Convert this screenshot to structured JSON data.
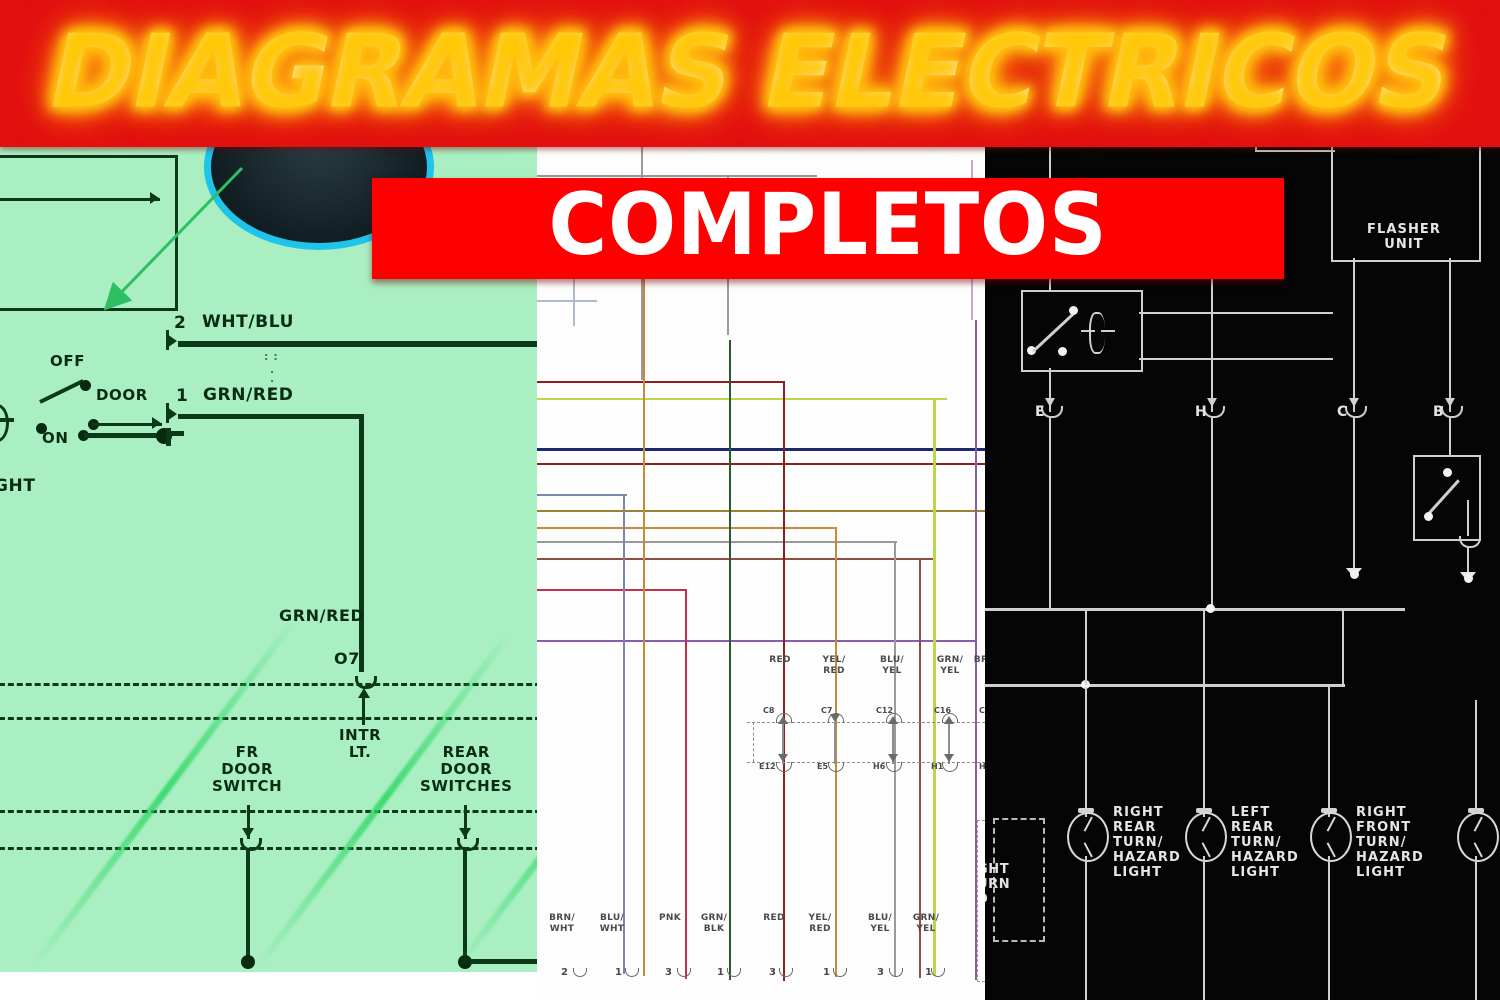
{
  "banner": {
    "title": "DIAGRAMAS ELECTRICOS",
    "subtitle": "COMPLETOS",
    "banner_color": "#e21010",
    "subtitle_block_color": "#ff0000",
    "title_text_color": "#ffe04a",
    "subtitle_text_color": "#ffffff"
  },
  "panels": {
    "left": {
      "name": "interior-light-circuit",
      "background_color": "#a9efc2",
      "line_color": "#0c3a18",
      "highlight_color": "#2dd764"
    },
    "middle": {
      "name": "wire-routing-harness",
      "background_color": "#fdfdfd"
    },
    "right": {
      "name": "turn-hazard-circuit",
      "background_color": "#050505",
      "line_color": "#cfcfcf"
    }
  },
  "green_panel": {
    "switch_positions": [
      "OFF",
      "DOOR",
      "ON"
    ],
    "terminals": [
      {
        "pin": "2",
        "wire": "WHT/BLU"
      },
      {
        "pin": "1",
        "wire": "GRN/RED"
      }
    ],
    "wire_label_mid": "GRN/RED",
    "splice_code": "O7",
    "cut_label": "GHT",
    "components": [
      {
        "label": "INTR\nLT."
      },
      {
        "label": "FR\nDOOR\nSWITCH"
      },
      {
        "label": "REAR\nDOOR\nSWITCHES"
      }
    ]
  },
  "white_panel": {
    "upper_wire_labels": [
      "RED",
      "YEL/\nRED",
      "BLU/\nYEL",
      "GRN/\nYEL",
      "BR"
    ],
    "upper_connector_codes": [
      "C8",
      "C7",
      "C12",
      "C16",
      "C"
    ],
    "lower_connector_codes": [
      "E12",
      "E5",
      "H6",
      "H1",
      "H"
    ],
    "bottom_wires": [
      {
        "label": "BRN/\nWHT",
        "pin": "2"
      },
      {
        "label": "BLU/\nWHT",
        "pin": "1"
      },
      {
        "label": "PNK",
        "pin": "3"
      },
      {
        "label": "GRN/\nBLK",
        "pin": "1"
      },
      {
        "label": "RED",
        "pin": "3"
      },
      {
        "label": "YEL/\nRED",
        "pin": "1"
      },
      {
        "label": "BLU/\nYEL",
        "pin": "3"
      },
      {
        "label": "GRN/\nYEL",
        "pin": "1"
      }
    ],
    "trace_colors": [
      "#1b2a6e",
      "#8c2020",
      "#b8d84a",
      "#9a8434",
      "#9a9a9a",
      "#c03050",
      "#8a5ba8",
      "#c58a3a",
      "#2d5a2d",
      "#b0b8cc"
    ]
  },
  "black_panel": {
    "flasher_unit_label": "FLASHER\nUNIT",
    "node_labels": [
      "E",
      "H",
      "C",
      "B"
    ],
    "dashed_box_label": "GHT\nURN\nD",
    "lamps": [
      {
        "label": "RIGHT\nREAR\nTURN/\nHAZARD\nLIGHT"
      },
      {
        "label": "LEFT\nREAR\nTURN/\nHAZARD\nLIGHT"
      },
      {
        "label": "RIGHT\nFRONT\nTURN/\nHAZARD\nLIGHT"
      }
    ]
  },
  "badge": {
    "ring_color": "#1fc4ea",
    "fill_color": "#0d1a1e",
    "arrow_color": "#2fbf63"
  }
}
